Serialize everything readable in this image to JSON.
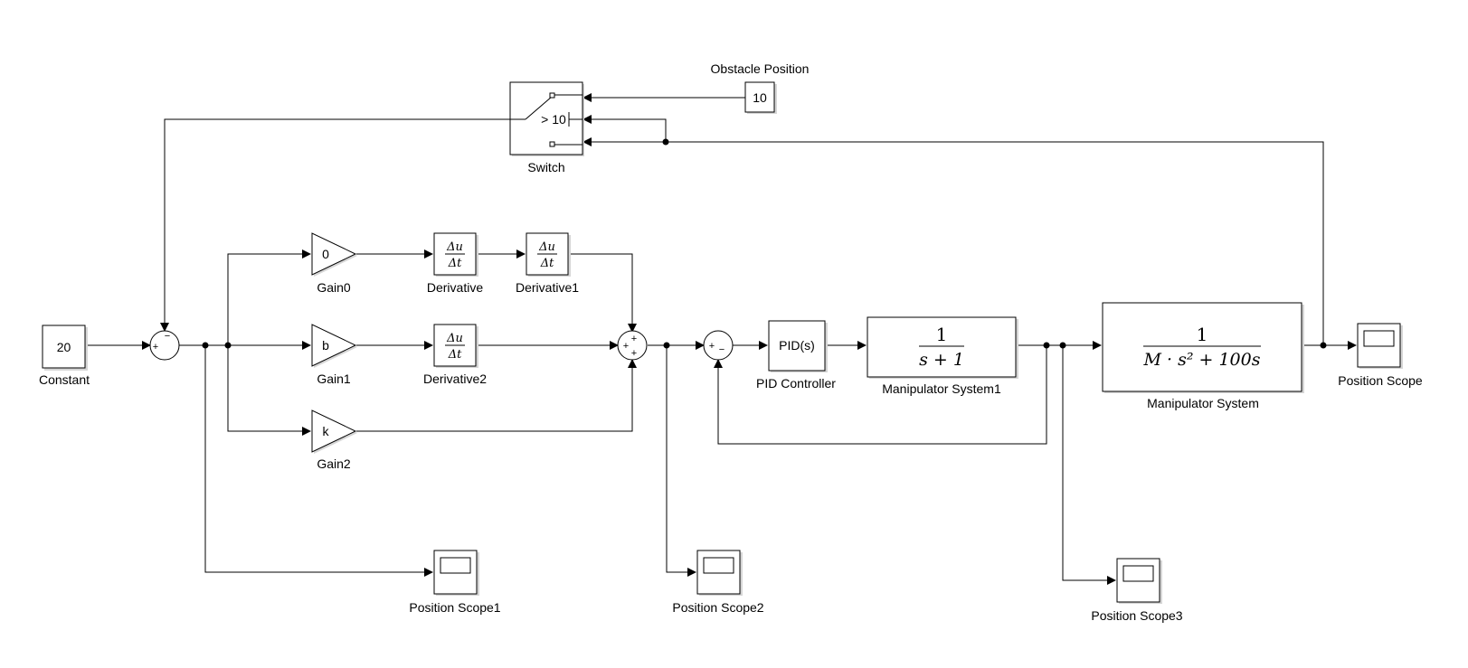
{
  "blocks": {
    "constant": {
      "label": "Constant",
      "value": "20"
    },
    "obstacle": {
      "label": "Obstacle Position",
      "value": "10"
    },
    "switch": {
      "label": "Switch",
      "threshold": "> 10"
    },
    "gain0": {
      "label": "Gain0",
      "value": "0"
    },
    "gain1": {
      "label": "Gain1",
      "value": "b"
    },
    "gain2": {
      "label": "Gain2",
      "value": "k"
    },
    "derivative": {
      "label": "Derivative",
      "num": "Δu",
      "den": "Δt"
    },
    "derivative1": {
      "label": "Derivative1",
      "num": "Δu",
      "den": "Δt"
    },
    "derivative2": {
      "label": "Derivative2",
      "num": "Δu",
      "den": "Δt"
    },
    "pid": {
      "label": "PID Controller",
      "value": "PID(s)"
    },
    "manip1": {
      "label": "Manipulator System1",
      "num": "1",
      "den": "s + 1"
    },
    "manip": {
      "label": "Manipulator System",
      "num": "1",
      "den": "M · s² + 100s"
    },
    "scope": {
      "label": "Position Scope"
    },
    "scope1": {
      "label": "Position Scope1"
    },
    "scope2": {
      "label": "Position Scope2"
    },
    "scope3": {
      "label": "Position Scope3"
    }
  },
  "sums": {
    "sum1": {
      "signs": [
        "+",
        "−"
      ]
    },
    "sum2": {
      "signs": [
        "+",
        "+",
        "+"
      ]
    },
    "sum3": {
      "signs": [
        "+",
        "−"
      ]
    }
  },
  "icons": {
    "arrowhead": "filled-triangle",
    "scope": "scope-display-icon",
    "switch": "switch-toggle-icon"
  },
  "colors": {
    "line": "#000000",
    "block_fill": "#ffffff",
    "shadow": "#d6d6d6"
  }
}
